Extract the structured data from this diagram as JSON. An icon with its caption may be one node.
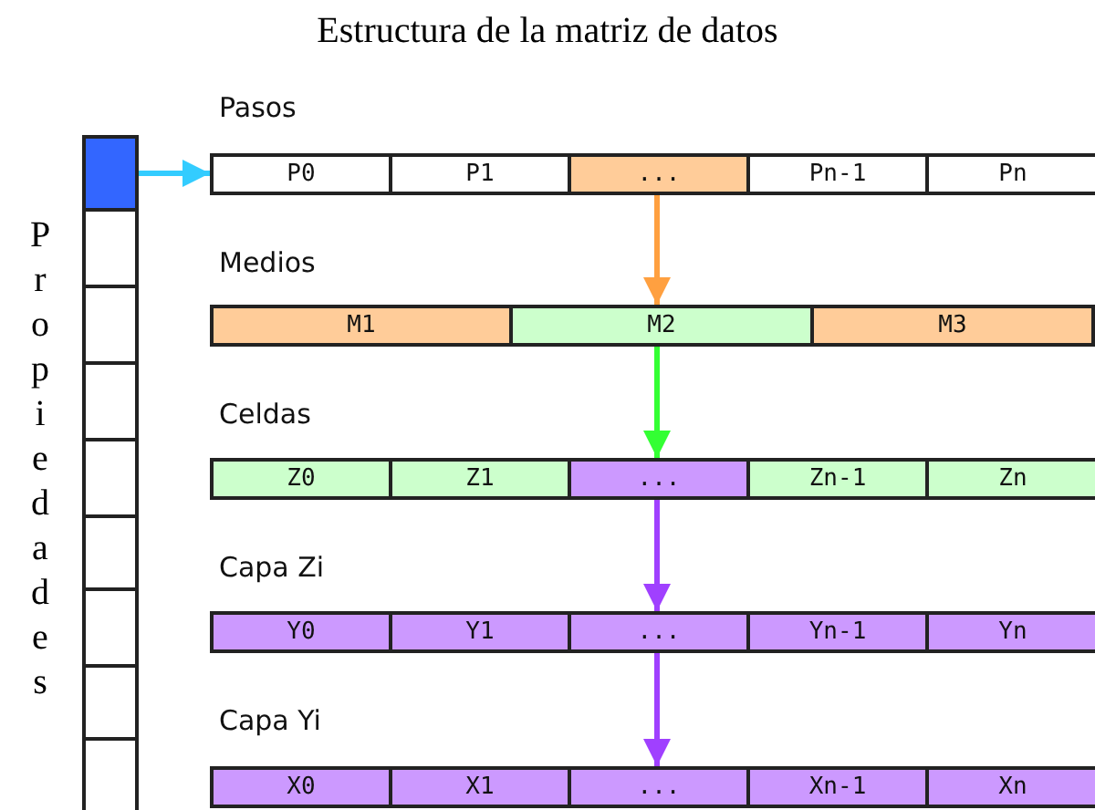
{
  "diagram": {
    "title": "Estructura de la matriz de datos",
    "nodes": [
      {
        "text": [],
        "shape": "box"
      },
      {
        "text": [],
        "shape": "box"
      },
      {
        "text": [],
        "shape": "box"
      },
      {
        "text": [],
        "shape": "box"
      },
      {
        "text": [],
        "shape": "box"
      },
      {
        "text": [],
        "shape": "box"
      },
      {
        "text": [],
        "shape": "box"
      },
      {
        "text": [],
        "shape": "box"
      },
      {
        "text": [],
        "shape": "box"
      },
      {
        "text": [
          "P0"
        ]
      },
      {
        "text": [
          "P1"
        ]
      },
      {
        "text": [
          "..."
        ]
      },
      {
        "text": [
          "Pn-1"
        ]
      },
      {
        "text": [
          "Pn"
        ]
      },
      {
        "text": [
          "M1"
        ]
      },
      {
        "text": [
          "M2"
        ]
      },
      {
        "text": [
          "M3"
        ]
      },
      {
        "text": [
          "Z0"
        ]
      },
      {
        "text": [
          "Z1"
        ]
      },
      {
        "text": [
          "..."
        ]
      },
      {
        "text": [
          "Zn-1"
        ]
      },
      {
        "text": [
          "Zn"
        ]
      },
      {
        "text": [
          "Y0"
        ]
      },
      {
        "text": [
          "Y1"
        ]
      },
      {
        "text": [
          "..."
        ]
      },
      {
        "text": [
          "Yn-1"
        ]
      },
      {
        "text": [
          "Yn"
        ]
      },
      {
        "text": [
          "X0"
        ]
      },
      {
        "text": [
          "X1"
        ]
      },
      {
        "text": [
          "..."
        ]
      },
      {
        "text": [
          "Xn-1"
        ]
      },
      {
        "text": [
          "Xn"
        ]
      }
    ],
    "edges": [
      {
        "from": 0,
        "to": 9,
        "arrow": "to",
        "color": "#33ccff"
      },
      {
        "from": 11,
        "to": 15,
        "arrow": "to",
        "color": "#ffa040"
      },
      {
        "from": 15,
        "to": 19,
        "arrow": "to",
        "color": "#33ff33"
      },
      {
        "from": 19,
        "to": 24,
        "arrow": "to",
        "color": "#a040ff"
      },
      {
        "from": 24,
        "to": 29,
        "arrow": "to",
        "color": "#a040ff"
      }
    ],
    "labels": [
      "Pasos",
      "Medios",
      "Celdas",
      "Capa Zi",
      "Capa Yi",
      "Propiedades"
    ]
  }
}
